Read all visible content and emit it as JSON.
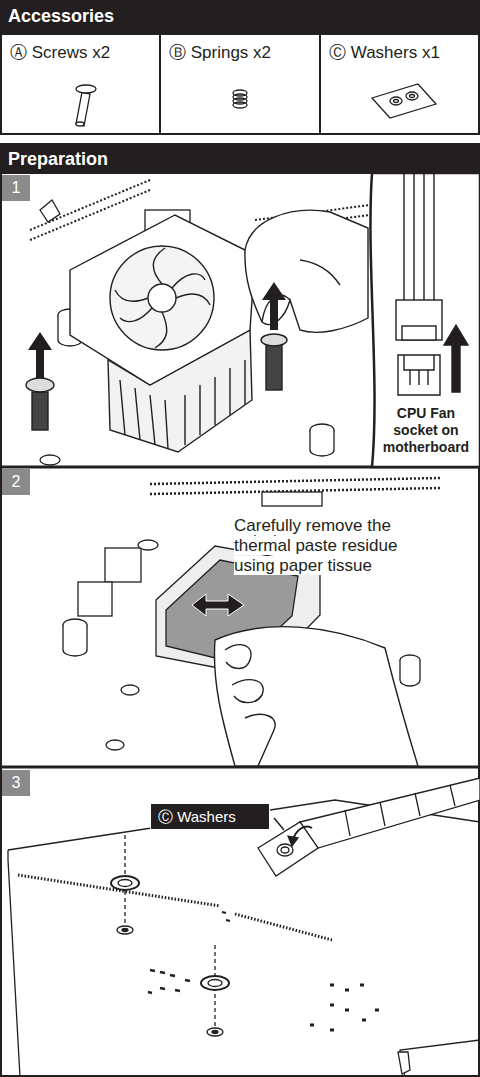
{
  "diagram": {
    "nodes": [
      {
        "text": [
          "Accessories"
        ]
      },
      {
        "text": [
          "Ⓐ Screws x2"
        ]
      },
      {
        "text": [
          "Ⓑ Springs x2"
        ]
      },
      {
        "text": [
          "Ⓒ Washers x1"
        ]
      },
      {
        "text": [
          "Preparation"
        ]
      },
      {
        "text": [
          "1"
        ]
      },
      {
        "text": [
          "2"
        ]
      },
      {
        "text": [
          "3"
        ]
      },
      {
        "text": [
          "Ⓒ Washers"
        ]
      }
    ],
    "labels": [
      "CPU Fan socket on motherboard",
      "Carefully remove the thermal paste residue using paper tissue"
    ]
  }
}
